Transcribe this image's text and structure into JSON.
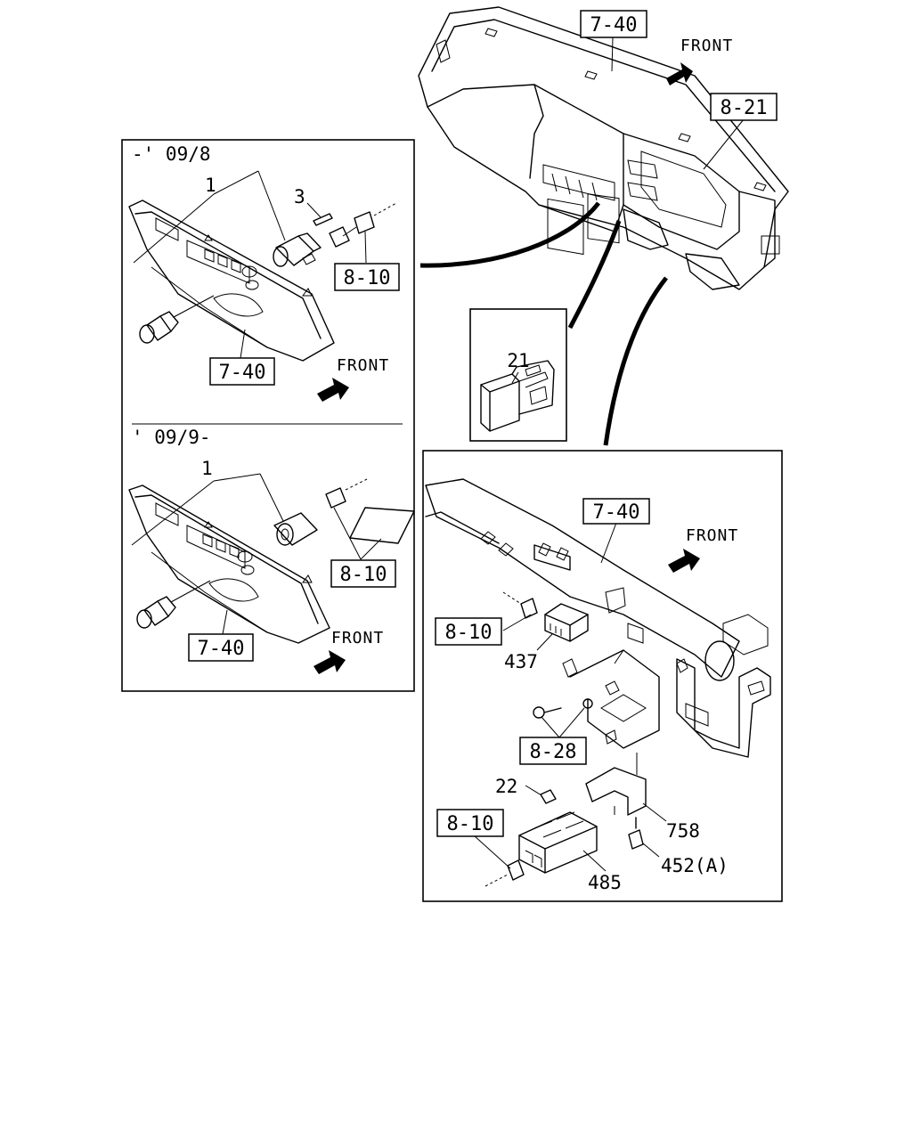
{
  "main_assembly": {
    "ref_dashboard": "7-40",
    "ref_meter": "8-21",
    "front_label": "FRONT"
  },
  "inset_top_left": {
    "period": "-' 09/8",
    "part_1": "1",
    "part_3": "3",
    "ref_harness": "8-10",
    "ref_panel": "7-40",
    "front_label": "FRONT"
  },
  "inset_bottom_left": {
    "period": "' 09/9-",
    "part_1": "1",
    "ref_harness": "8-10",
    "ref_panel": "7-40",
    "front_label": "FRONT"
  },
  "inset_switch": {
    "part_21": "21"
  },
  "inset_right": {
    "ref_dashboard": "7-40",
    "front_label": "FRONT",
    "ref_harness_top": "8-10",
    "part_437": "437",
    "ref_bolts": "8-28",
    "part_22": "22",
    "ref_harness_bottom": "8-10",
    "part_758": "758",
    "part_452": "452(A)",
    "part_485": "485"
  }
}
